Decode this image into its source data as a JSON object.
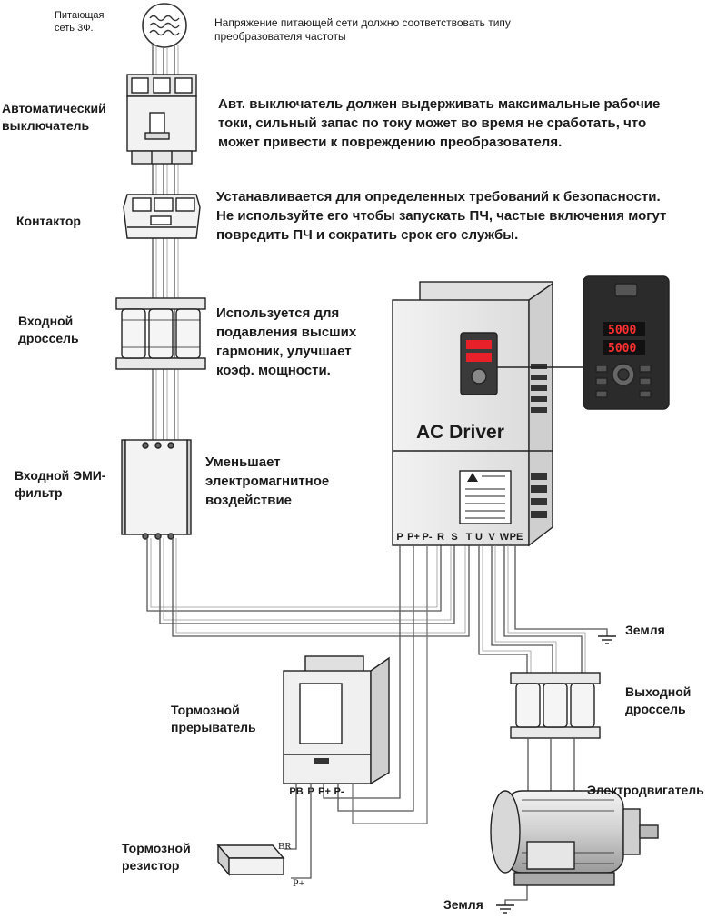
{
  "labels": {
    "supply": "Питающая\nсеть 3Ф.",
    "breaker": "Автоматический\nвыключатель",
    "contactor": "Контактор",
    "input_reactor": "Входной\nдроссель",
    "emi_filter": "Входной ЭМИ-\nфильтр",
    "brake_chopper": "Тормозной\nпрерыватель",
    "brake_resistor": "Тормозной\nрезистор",
    "output_reactor": "Выходной\nдроссель",
    "motor": "Электродвигатель",
    "ground_1": "Земля",
    "ground_2": "Земля"
  },
  "descriptions": {
    "supply": "Напряжение питающей сети должно соответствовать типу\nпреобразователя частоты",
    "breaker": "Авт. выключатель должен выдерживать максимальные рабочие\nтоки, сильный запас по току может во время не сработать, что\nможет привести к повреждению преобразователя.",
    "contactor": "Устанавливается для определенных требований к безопасности.\nНе используйте его чтобы запускать ПЧ, частые включения могут\nповредить ПЧ и сократить срок его службы.",
    "input_reactor": "Используется для\nподавления высших\nгармоник, улучшает\nкоэф. мощности.",
    "emi_filter": "Уменьшает\nэлектромагнитное\nвоздействие"
  },
  "drive": {
    "title": "AC Driver",
    "terminals": [
      "P",
      "P+",
      "P-",
      "R",
      "S",
      "T",
      "U",
      "V",
      "W",
      "PE"
    ]
  },
  "keypad": {
    "display_1": "5000",
    "display_2": "5000"
  },
  "chopper": {
    "terminals": [
      "PB",
      "P",
      "P+",
      "P-"
    ]
  },
  "resistor": {
    "label_br": "BR",
    "label_p": "P+"
  },
  "colors": {
    "wire": "#555555",
    "line": "#222222",
    "drive_body": "#e9e9e9",
    "keypad_body": "#2b2b2b",
    "display": "#e8202a"
  }
}
